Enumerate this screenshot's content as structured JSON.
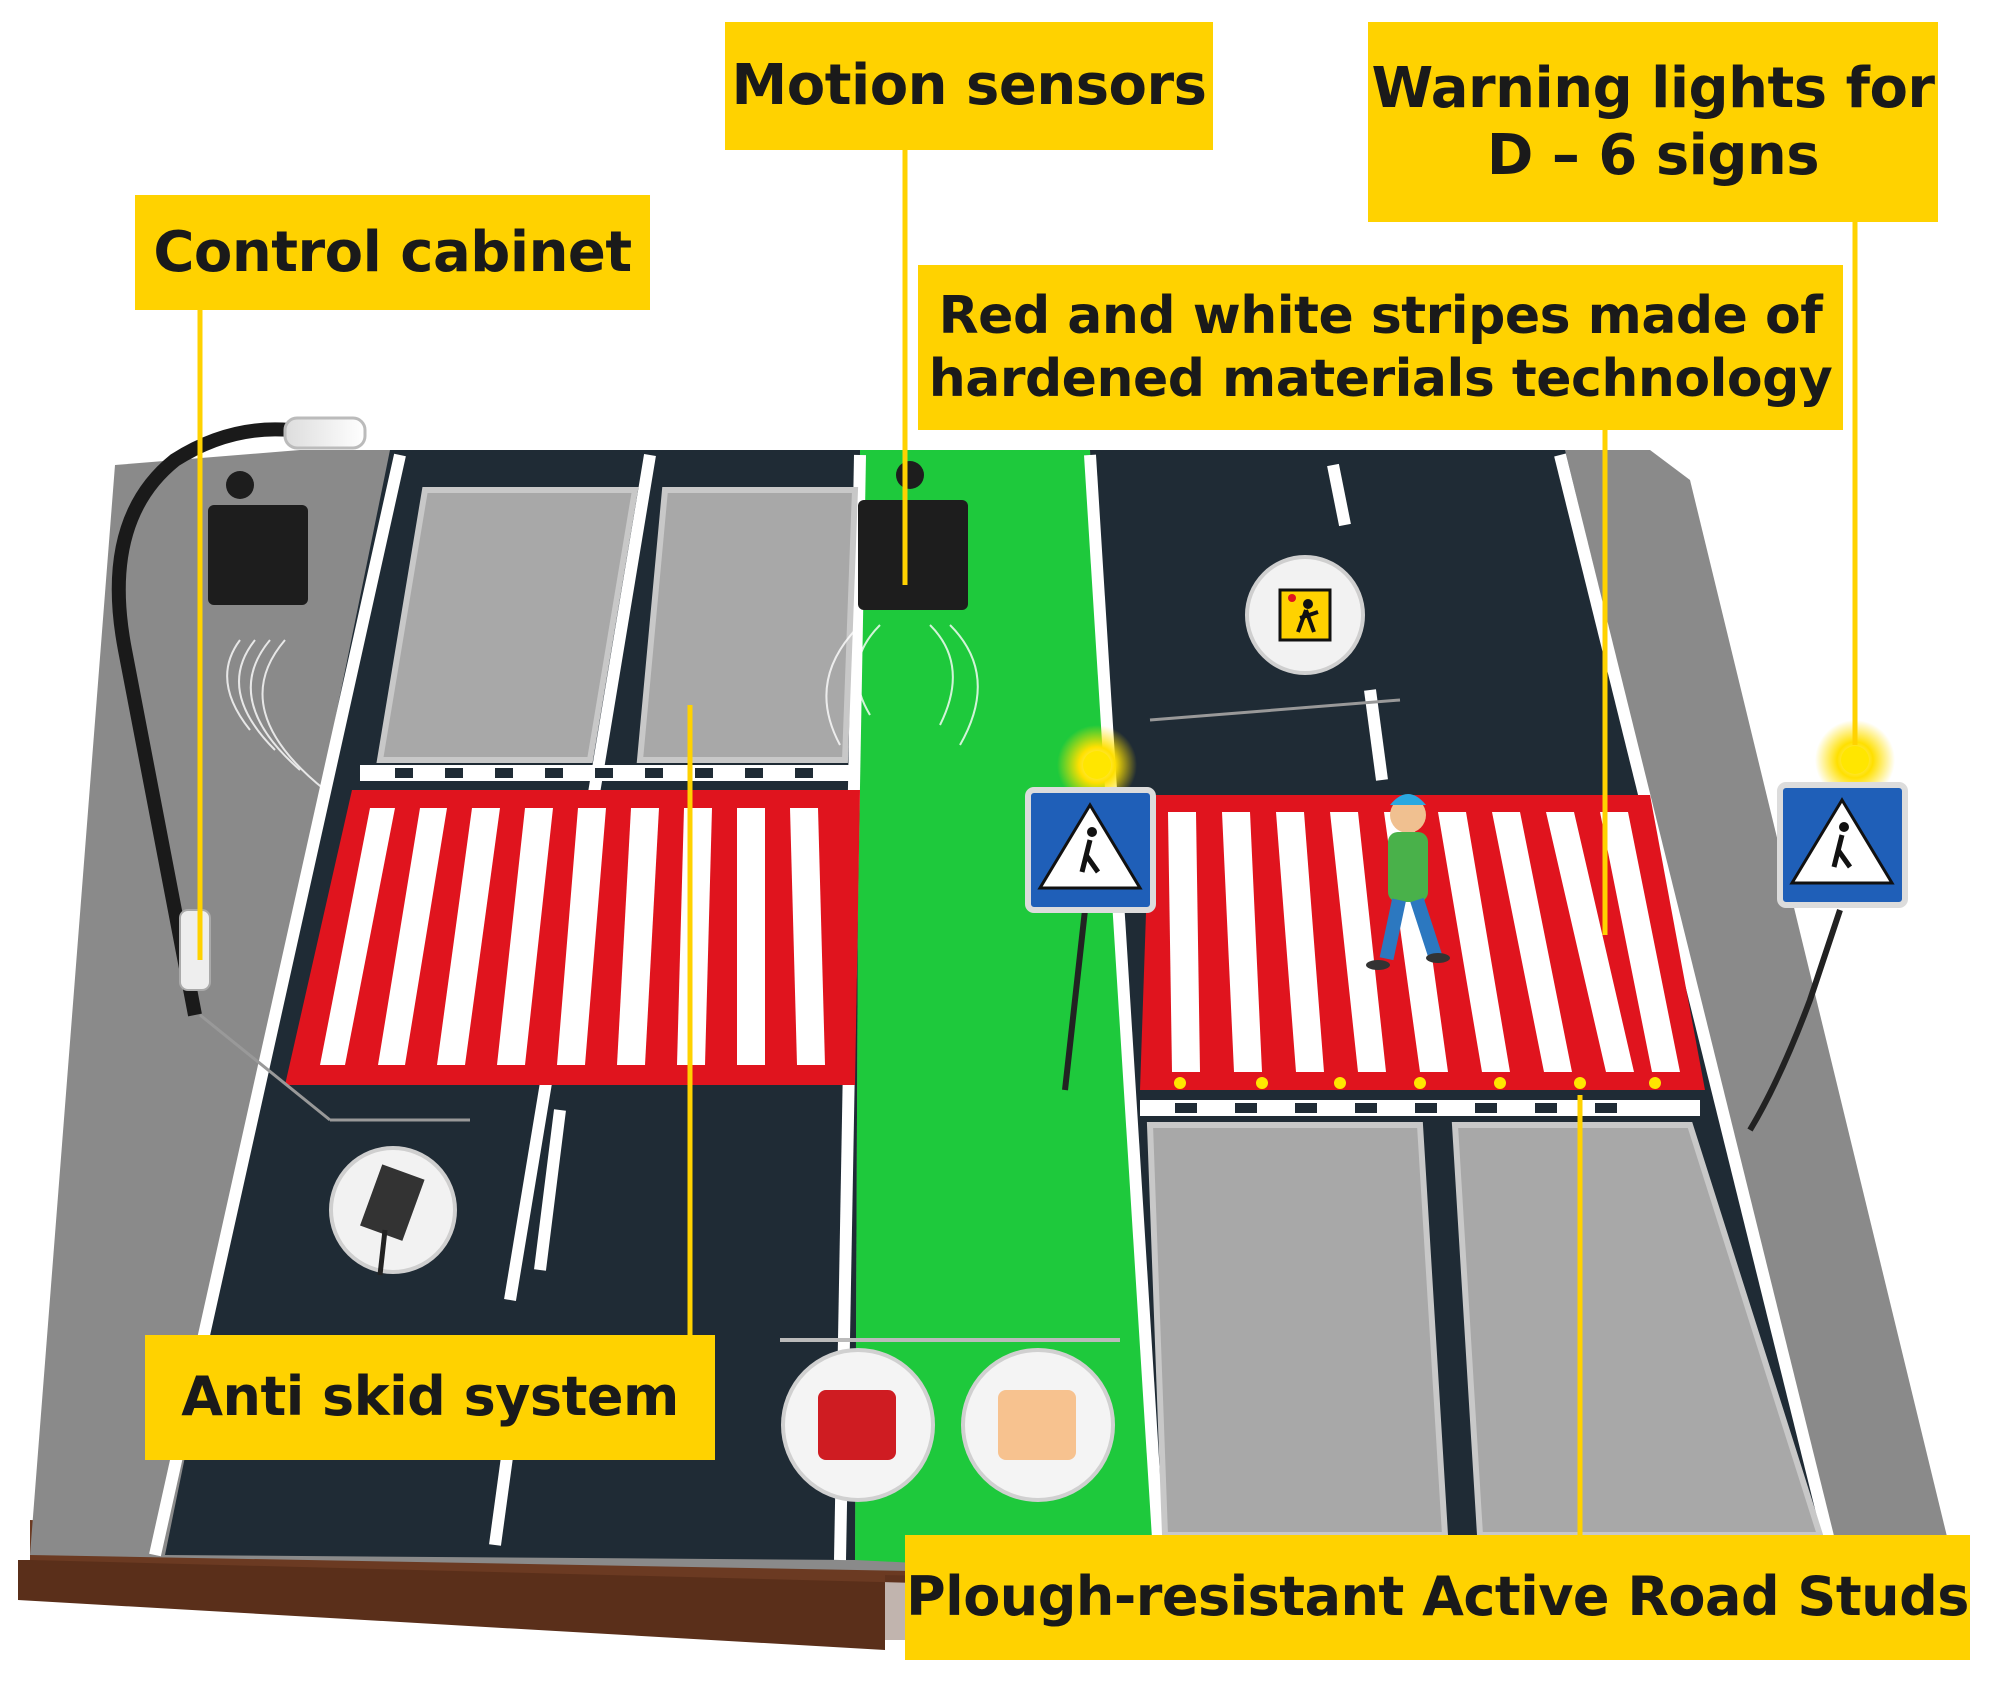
{
  "labels": {
    "control_cabinet": "Control cabinet",
    "motion_sensors": "Motion sensors",
    "warning_lights_line1": "Warning lights for",
    "warning_lights_line2": "D – 6 signs",
    "stripes_line1": "Red and white stripes made of",
    "stripes_line2": "hardened materials technology",
    "anti_skid": "Anti skid system",
    "road_studs": "Plough-resistant Active Road Studs"
  },
  "colors": {
    "label_bg": "#ffd200",
    "road": "#1f2b35",
    "median": "#1ec93c",
    "stripe_red": "#e0141e",
    "sidewalk": "#8e8e8e",
    "soil": "#6b3a22"
  },
  "icons": [
    "street-lamp-icon",
    "motion-sensor-icon",
    "pedestrian-crossing-sign-icon",
    "warning-light-icon",
    "pedestrian-sign-icon",
    "control-cabinet-icon",
    "anti-skid-sample-icon"
  ]
}
